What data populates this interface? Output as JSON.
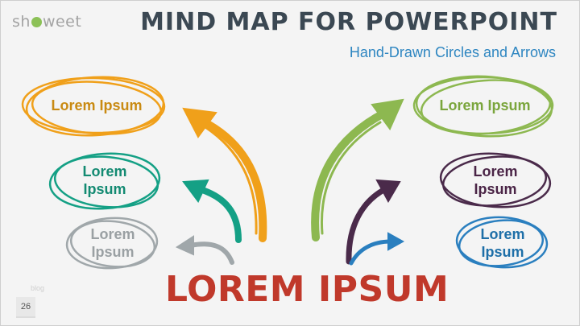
{
  "logo": {
    "text_before": "sh",
    "text_after": "weet"
  },
  "header": {
    "title": "MIND MAP FOR POWERPOINT",
    "subtitle": "Hand-Drawn Circles and Arrows"
  },
  "center": {
    "label": "LOREM IPSUM"
  },
  "nodes": [
    {
      "label": "Lorem Ipsum",
      "color": "#f0a01a",
      "text_color": "#c98a12"
    },
    {
      "label": "Lorem Ipsum",
      "color": "#14a085",
      "text_color": "#138a72"
    },
    {
      "label": "Lorem Ipsum",
      "color": "#a0a7aa",
      "text_color": "#9aa0a3"
    },
    {
      "label": "Lorem Ipsum",
      "color": "#8db850",
      "text_color": "#7aa53c"
    },
    {
      "label": "Lorem Ipsum",
      "color": "#4a2a4a",
      "text_color": "#4a2446"
    },
    {
      "label": "Lorem Ipsum",
      "color": "#2a7fbf",
      "text_color": "#1e6fa8"
    }
  ],
  "footer": {
    "blog": "blog",
    "page_number": "26"
  }
}
